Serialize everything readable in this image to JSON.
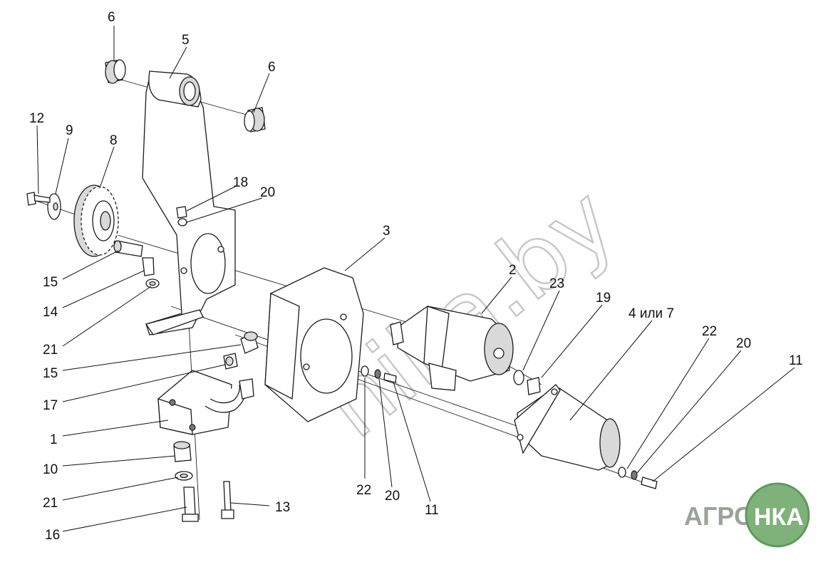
{
  "watermark": {
    "text": "nika.by"
  },
  "logo": {
    "text_left": "АГРО",
    "text_mark": "НКА"
  },
  "callouts": {
    "c6a": "6",
    "c5": "5",
    "c6b": "6",
    "c12": "12",
    "c9": "9",
    "c8": "8",
    "c18": "18",
    "c20a": "20",
    "c3": "3",
    "c2": "2",
    "c23": "23",
    "c19": "19",
    "c4or7": "4 или 7",
    "c22a": "22",
    "c20b": "20",
    "c11a": "11",
    "c15a": "15",
    "c14": "14",
    "c21a": "21",
    "c15b": "15",
    "c17": "17",
    "c1": "1",
    "c10": "10",
    "c21b": "21",
    "c16": "16",
    "c13": "13",
    "c22b": "22",
    "c20c": "20",
    "c11b": "11"
  },
  "colors": {
    "line": "#1a1a1a",
    "shade": "#d9d9d9",
    "logo_green": "#7fb27a",
    "logo_text": "#9aa39a"
  }
}
